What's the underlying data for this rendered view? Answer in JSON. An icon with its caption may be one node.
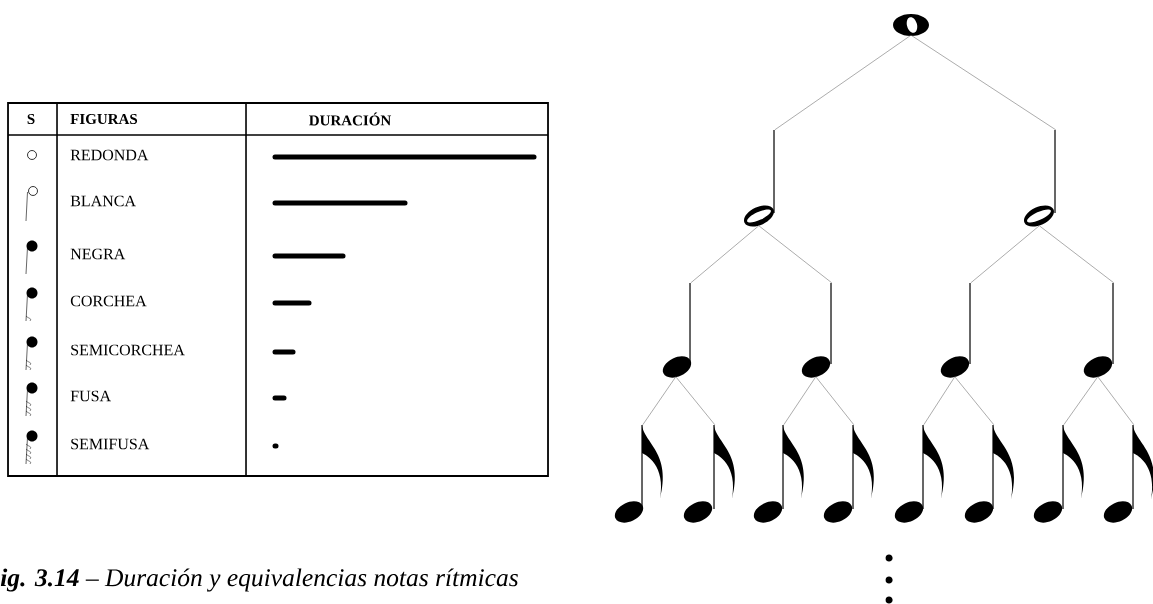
{
  "diagram": {
    "caption": "**ig. 3.14** – Duración y equivalencias notas rítmicas",
    "nodes": [
      {
        "text": [],
        "shape": "picture"
      },
      {
        "text": [],
        "shape": "picture"
      },
      {
        "text": [],
        "shape": "picture"
      },
      {
        "text": [],
        "shape": "picture"
      },
      {
        "text": [],
        "shape": "picture"
      },
      {
        "text": [],
        "shape": "picture"
      },
      {
        "text": [],
        "shape": "picture"
      },
      {
        "text": [],
        "shape": "picture"
      },
      {
        "text": [],
        "shape": "picture"
      },
      {
        "text": [],
        "shape": "picture"
      },
      {
        "text": [],
        "shape": "picture"
      },
      {
        "text": [],
        "shape": "picture"
      },
      {
        "text": [],
        "shape": "picture"
      },
      {
        "text": [],
        "shape": "picture"
      },
      {
        "text": [],
        "shape": "picture"
      }
    ],
    "edges": [
      {
        "from": 0,
        "to": 1,
        "arrow": "none"
      },
      {
        "from": 0,
        "to": 2,
        "arrow": "none"
      },
      {
        "from": 1,
        "to": 3,
        "arrow": "none"
      },
      {
        "from": 1,
        "to": 4,
        "arrow": "none"
      },
      {
        "from": 2,
        "to": 5,
        "arrow": "none"
      },
      {
        "from": 2,
        "to": 6,
        "arrow": "none"
      },
      {
        "from": 3,
        "to": 7,
        "arrow": "none"
      },
      {
        "from": 3,
        "to": 8,
        "arrow": "none"
      },
      {
        "from": 4,
        "to": 9,
        "arrow": "none"
      },
      {
        "from": 4,
        "to": 10,
        "arrow": "none"
      },
      {
        "from": 5,
        "to": 11,
        "arrow": "none"
      },
      {
        "from": 5,
        "to": 12,
        "arrow": "none"
      },
      {
        "from": 6,
        "to": 13,
        "arrow": "none"
      },
      {
        "from": 6,
        "to": 14,
        "arrow": "none"
      }
    ],
    "labels": [
      "S",
      "FIGURAS",
      "DURACIÓN",
      "REDONDA",
      "BLANCA",
      "NEGRA",
      "CORCHEA",
      "SEMICORCHEA",
      "FUSA",
      "SEMIFUSA"
    ]
  }
}
